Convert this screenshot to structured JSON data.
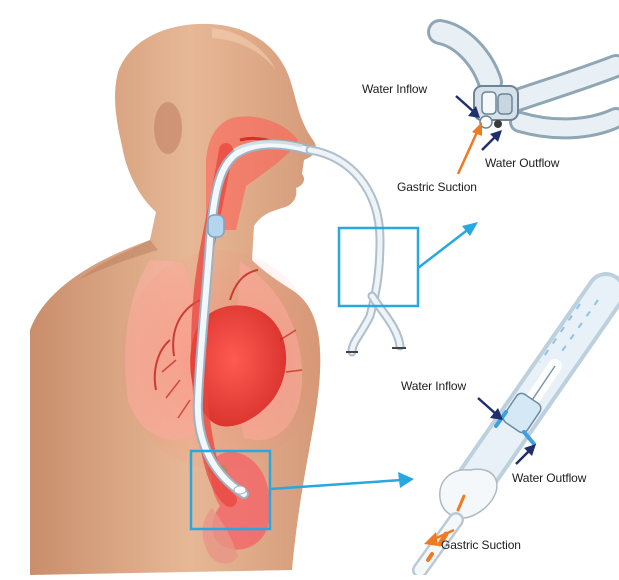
{
  "labels": {
    "top_inflow": "Water Inflow",
    "top_outflow": "Water Outflow",
    "top_suction": "Gastric Suction",
    "bottom_inflow": "Water Inflow",
    "bottom_outflow": "Water Outflow",
    "bottom_suction": "Gastric Suction"
  },
  "colors": {
    "highlight_box": "#27a8df",
    "inflow_arrow": "#1f2f6b",
    "outflow_arrow": "#1f2f6b",
    "suction_arrow": "#f07a22"
  }
}
